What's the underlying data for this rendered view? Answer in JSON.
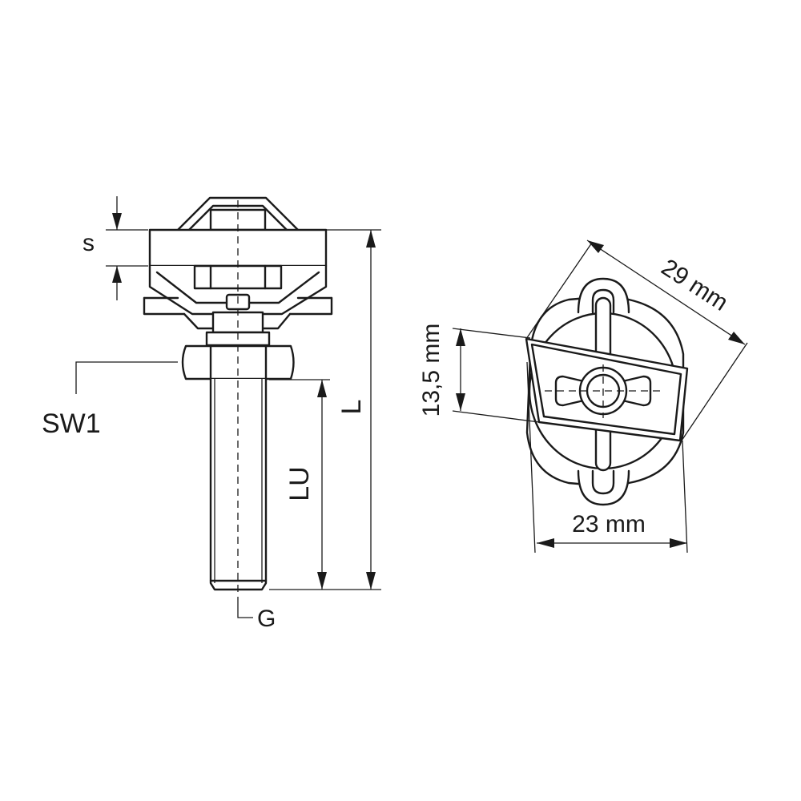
{
  "labels": {
    "s": "s",
    "sw1": "SW1",
    "lu": "LU",
    "l": "L",
    "g": "G"
  },
  "dimensions": {
    "diagonal": "29 mm",
    "height": "13,5 mm",
    "width": "23 mm"
  }
}
